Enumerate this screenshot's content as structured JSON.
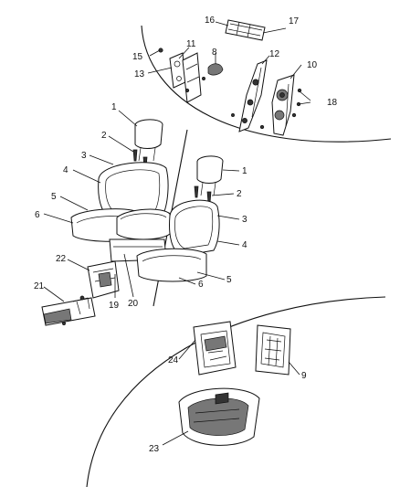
{
  "diagram": {
    "callouts": [
      "16",
      "17",
      "15",
      "11",
      "8",
      "12",
      "10",
      "13",
      "18",
      "1",
      "2",
      "3",
      "4",
      "5",
      "6",
      "1",
      "2",
      "3",
      "4",
      "22",
      "21",
      "19",
      "20",
      "5",
      "6",
      "24",
      "9",
      "23"
    ]
  }
}
